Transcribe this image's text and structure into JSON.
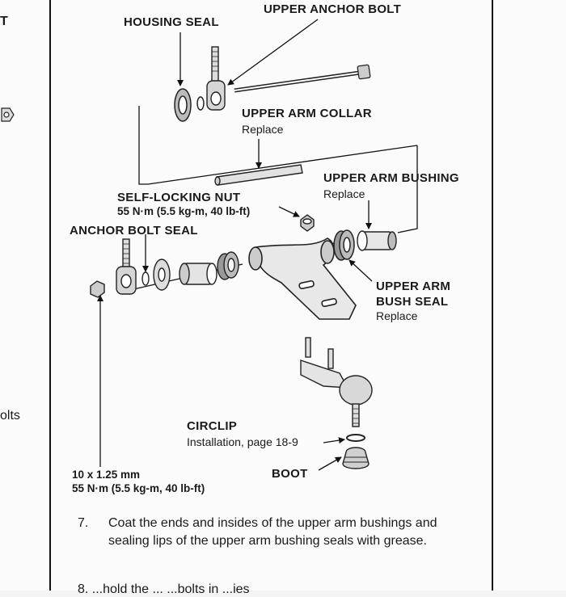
{
  "left_margin_fragments": [
    "T",
    "olts"
  ],
  "labels": {
    "housing_seal": "HOUSING SEAL",
    "upper_anchor_bolt": "UPPER ANCHOR BOLT",
    "upper_arm_collar": "UPPER ARM COLLAR",
    "upper_arm_collar_note": "Replace",
    "upper_arm_bushing": "UPPER ARM BUSHING",
    "upper_arm_bushing_note": "Replace",
    "self_locking_nut": "SELF-LOCKING NUT",
    "self_locking_nut_torque": "55 N·m (5.5 kg-m, 40 lb-ft)",
    "anchor_bolt_seal": "ANCHOR BOLT SEAL",
    "upper_arm_bush_seal_1": "UPPER ARM",
    "upper_arm_bush_seal_2": "BUSH SEAL",
    "upper_arm_bush_seal_note": "Replace",
    "circlip": "CIRCLIP",
    "circlip_note": "Installation, page 18-9",
    "boot": "BOOT",
    "bolt_size": "10 x 1.25 mm",
    "bolt_torque": "55 N·m (5.5 kg-m, 40 lb-ft)"
  },
  "step": {
    "number": "7.",
    "text": "Coat the ends and insides of the upper arm bushings and sealing lips of the upper arm bushing seals with grease."
  },
  "cut_off_text": "8.   ...hold the ... ...bolts in ...ies"
}
